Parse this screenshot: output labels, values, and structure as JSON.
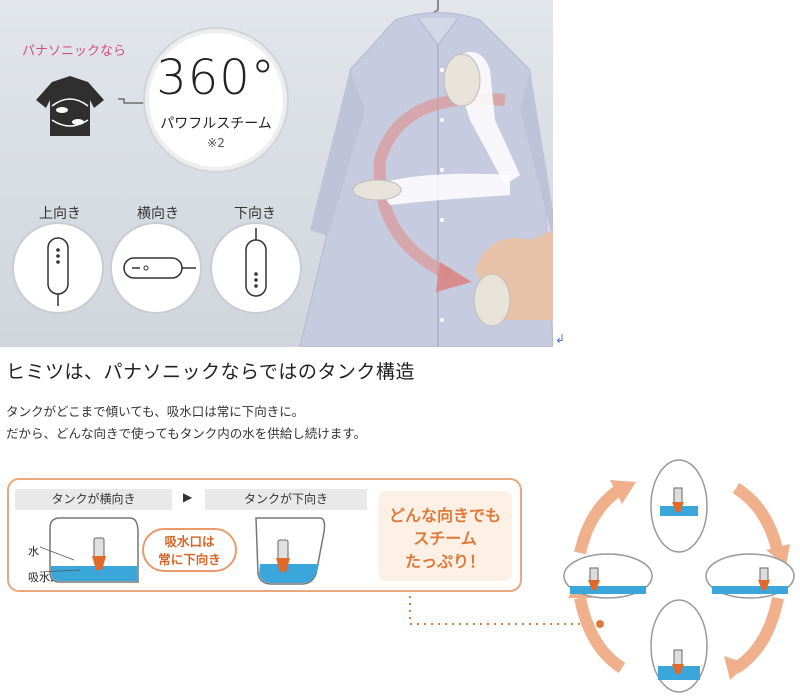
{
  "hero": {
    "brand_note": "パナソニックなら",
    "big_number": "360°",
    "feature": "パワフルスチーム",
    "footnote": "※2",
    "orientations": [
      "上向き",
      "横向き",
      "下向き"
    ],
    "return_mark": "↲"
  },
  "headline": "ヒミツは、パナソニックならではのタンク構造",
  "description": [
    "タンクがどこまで傾いても、吸水口は常に下向きに。",
    "だから、どんな向きで使ってもタンク内の水を供給し続けます。"
  ],
  "diagram": {
    "tab_sideways": "タンクが横向き",
    "tab_arrow": "▶",
    "tab_down": "タンクが下向き",
    "label_water": "水",
    "label_intake": "吸水口",
    "callout_line1": "吸水口は",
    "callout_line2": "常に下向き",
    "plenty_lines": [
      "どんな向きでも",
      "スチーム",
      "たっぷり！"
    ]
  },
  "colors": {
    "accent_orange": "#e07a3b",
    "water_blue": "#3aa6d9",
    "pink_text": "#d64d8a"
  }
}
